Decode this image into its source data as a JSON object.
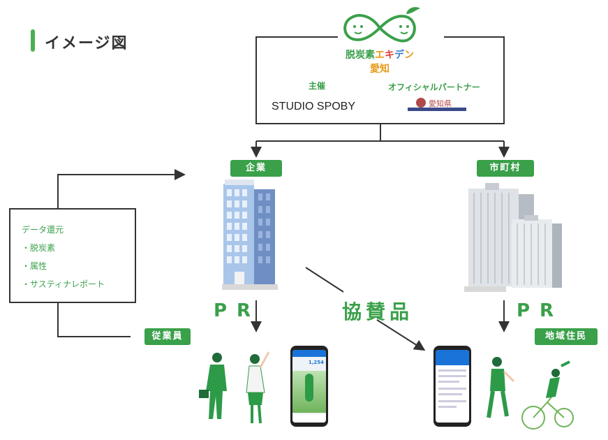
{
  "title": "イメージ図",
  "logo": {
    "line1": [
      "脱",
      "炭",
      "素",
      "エ",
      "キ",
      "デ",
      "ン"
    ],
    "line1_colors": [
      "#3aa04a",
      "#3aa04a",
      "#3aa04a",
      "#e89a1c",
      "#e0403a",
      "#3a7bd5",
      "#e89a1c"
    ],
    "line2": "愛知"
  },
  "organizer": {
    "label": "主催",
    "name": "STUDIO SPOBY"
  },
  "partner": {
    "label": "オフィシャルパートナー",
    "name": "愛知県"
  },
  "tags": {
    "company": "企業",
    "municipality": "市町村",
    "employees": "従業員",
    "residents": "地域住民"
  },
  "pr": "PR",
  "sponsor": "協賛品",
  "data_return": {
    "title": "データ還元",
    "items": [
      "・脱炭素",
      "・属性",
      "・サスティナレポート"
    ]
  },
  "phone_left_value": "1,254",
  "colors": {
    "green": "#3aa04a",
    "blue": "#1a73d9"
  }
}
